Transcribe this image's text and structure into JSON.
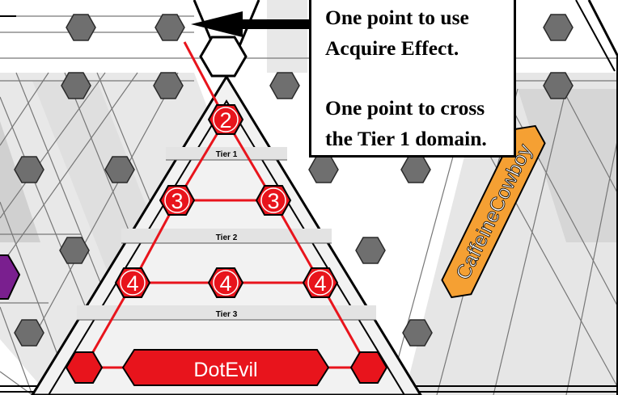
{
  "board": {
    "tier_labels": [
      "Tier 1",
      "Tier 2",
      "Tier 3"
    ],
    "path_costs": {
      "tier1": [
        "2"
      ],
      "tier2": [
        "3",
        "3"
      ],
      "tier3": [
        "4",
        "4",
        "4"
      ]
    },
    "players": {
      "bottom": "DotEvil",
      "right": "CaffeineCowboy"
    },
    "colors": {
      "path_red": "#e8141c",
      "cowboy_orange": "#f5a033",
      "left_player_purple": "#7a1f8f",
      "hex_gray": "#6f6f6f"
    }
  },
  "annotation": {
    "line1": "One point to use",
    "line2": "Acquire Effect.",
    "line3": "One point to cross",
    "line4": "the Tier 1 domain."
  }
}
